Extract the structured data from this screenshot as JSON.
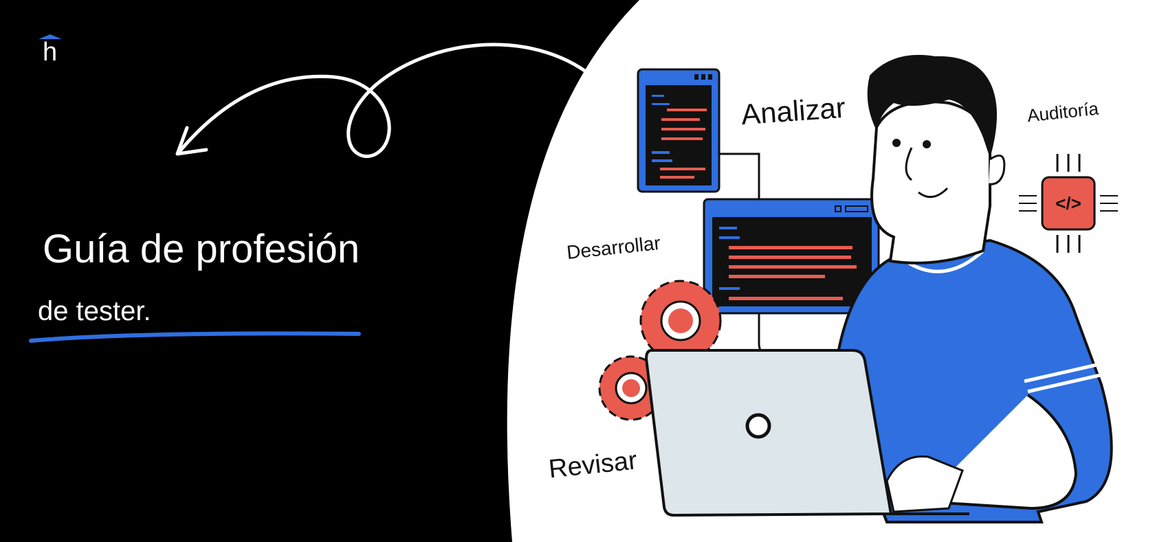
{
  "brand": {
    "logo_letter": "h",
    "accent_color": "#2f6fe0"
  },
  "hero": {
    "title_line1": "Guía de profesión",
    "title_line2": "de tester."
  },
  "illustration": {
    "labels": {
      "analyze": "Analizar",
      "audit": "Auditoría",
      "develop": "Desarrollar",
      "review": "Revisar"
    },
    "chip_symbol": "</>",
    "colors": {
      "blue": "#2f6fe0",
      "red": "#e95b4f",
      "dark": "#111111",
      "laptop": "#dde6ea"
    }
  }
}
